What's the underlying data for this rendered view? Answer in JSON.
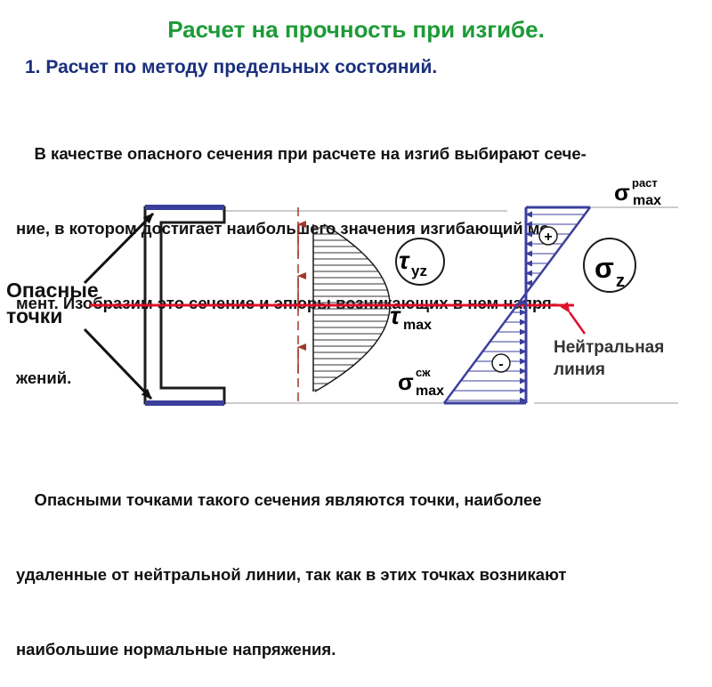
{
  "colors": {
    "title": "#1d9a36",
    "subtitle": "#1b2f7e",
    "section_outline": "#1c1c1c",
    "flange_highlight": "#3b3f9c",
    "neutral_line": "#e0102a",
    "arrows": "#a2382d",
    "stress_diagram": "#3b3f9c",
    "hatching": "#333333"
  },
  "title": "Расчет на прочность при изгибе.",
  "subtitle": "1. Расчет по методу предельных состояний.",
  "intro_lines": [
    "    В качестве опасного сечения при расчете на изгиб выбирают сече-",
    "ние, в котором достигает наибольшего значения изгибающий мо-",
    "мент. Изобразим это сечение и эпюры возникающих в нем напря-",
    "жений."
  ],
  "labels": {
    "dangerous_points_1": "Опасные",
    "dangerous_points_2": "точки",
    "neutral_line_1": "Нейтральная",
    "neutral_line_2": "линия",
    "tau_symbol": "τ",
    "tau_yz_sub": "yz",
    "tau_max_sub": "max",
    "sigma_symbol": "σ",
    "sigma_z_sub": "z",
    "sigma_max_tension_sup": "раст",
    "sigma_max_tension_sub": "max",
    "sigma_max_compression_sup": "сж",
    "sigma_max_compression_sub": "max",
    "plus_sign": "+",
    "minus_sign": "-"
  },
  "conclusion_lines": [
    "    Опасными точками такого сечения являются точки, наиболее",
    "удаленные от нейтральной линии, так как в этих точках возникают",
    "наибольшие нормальные напряжения."
  ]
}
